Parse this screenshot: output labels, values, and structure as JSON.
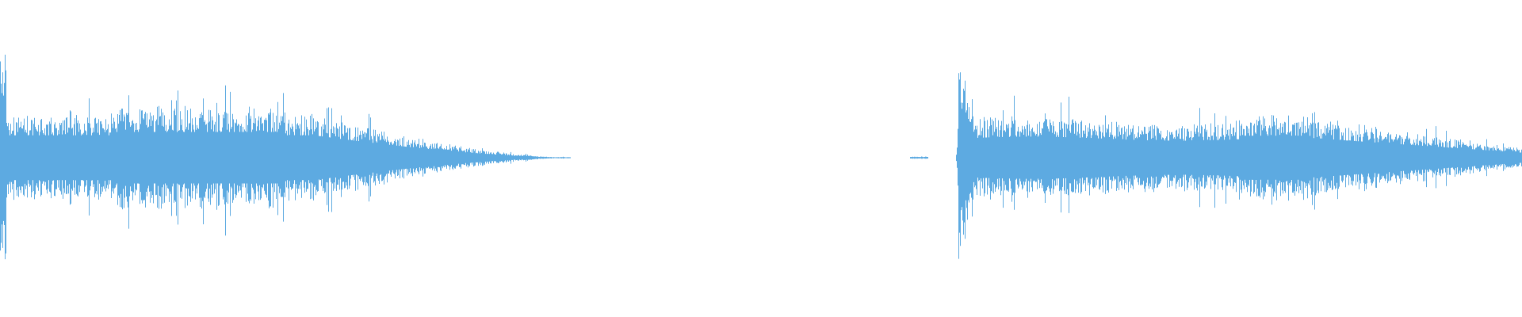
{
  "waveform": {
    "color": "#5DAAE1",
    "background": "#FFFFFF",
    "segments": [
      {
        "name": "clip-1",
        "start_fraction": 0.0,
        "end_fraction": 0.375,
        "onset_peak": 0.9,
        "body_level": 0.38,
        "fade": "long-tail"
      },
      {
        "name": "blip",
        "start_fraction": 0.598,
        "end_fraction": 0.61,
        "onset_peak": 0.02,
        "body_level": 0.01,
        "fade": "none"
      },
      {
        "name": "clip-2",
        "start_fraction": 0.628,
        "end_fraction": 1.0,
        "onset_peak": 0.92,
        "body_level": 0.34,
        "fade": "gradual"
      }
    ]
  }
}
